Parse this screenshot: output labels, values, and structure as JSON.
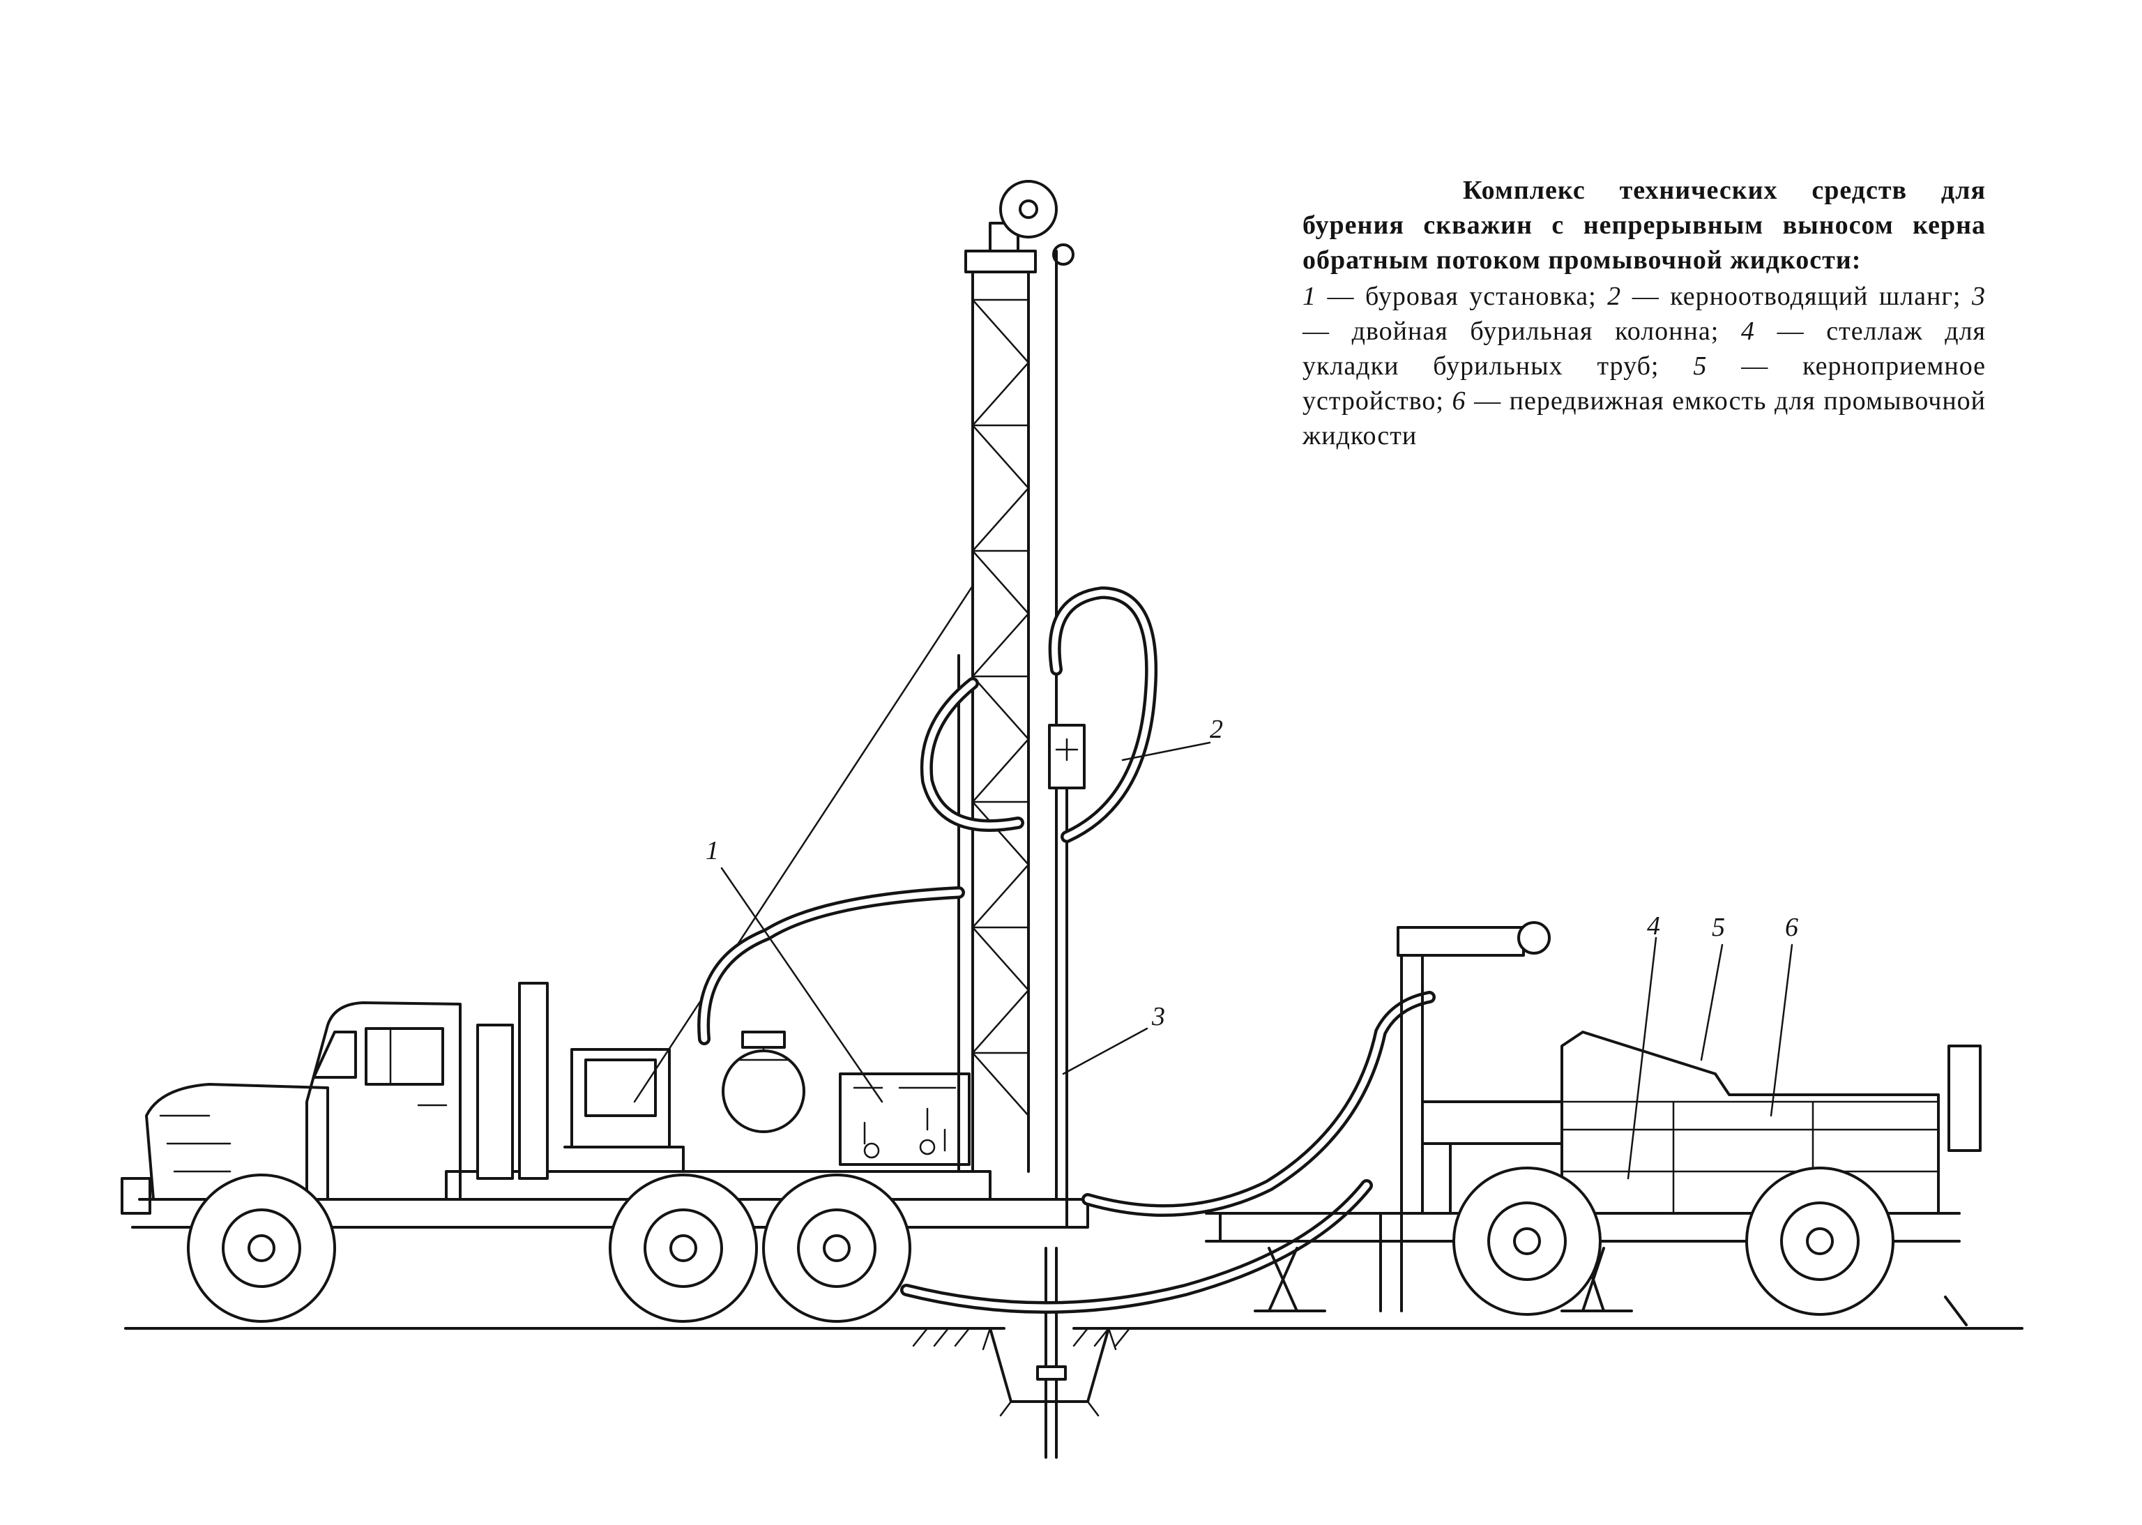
{
  "caption": {
    "title": "Комплекс технических средств для бурения скважин с непрерывным выносом керна обратным потоком промывочной жидкости:",
    "legend": [
      {
        "num": "1",
        "text": "буровая установка;"
      },
      {
        "num": "2",
        "text": "керноотводящий шланг;"
      },
      {
        "num": "3",
        "text": "двойная бурильная колонна;"
      },
      {
        "num": "4",
        "text": "стеллаж для укладки бурильных труб;"
      },
      {
        "num": "5",
        "text": "керноприемное устройство;"
      },
      {
        "num": "6",
        "text": "передвижная емкость для промывочной жидкости"
      }
    ]
  },
  "callouts": {
    "c1": "1",
    "c2": "2",
    "c3": "3",
    "c4": "4",
    "c5": "5",
    "c6": "6"
  }
}
